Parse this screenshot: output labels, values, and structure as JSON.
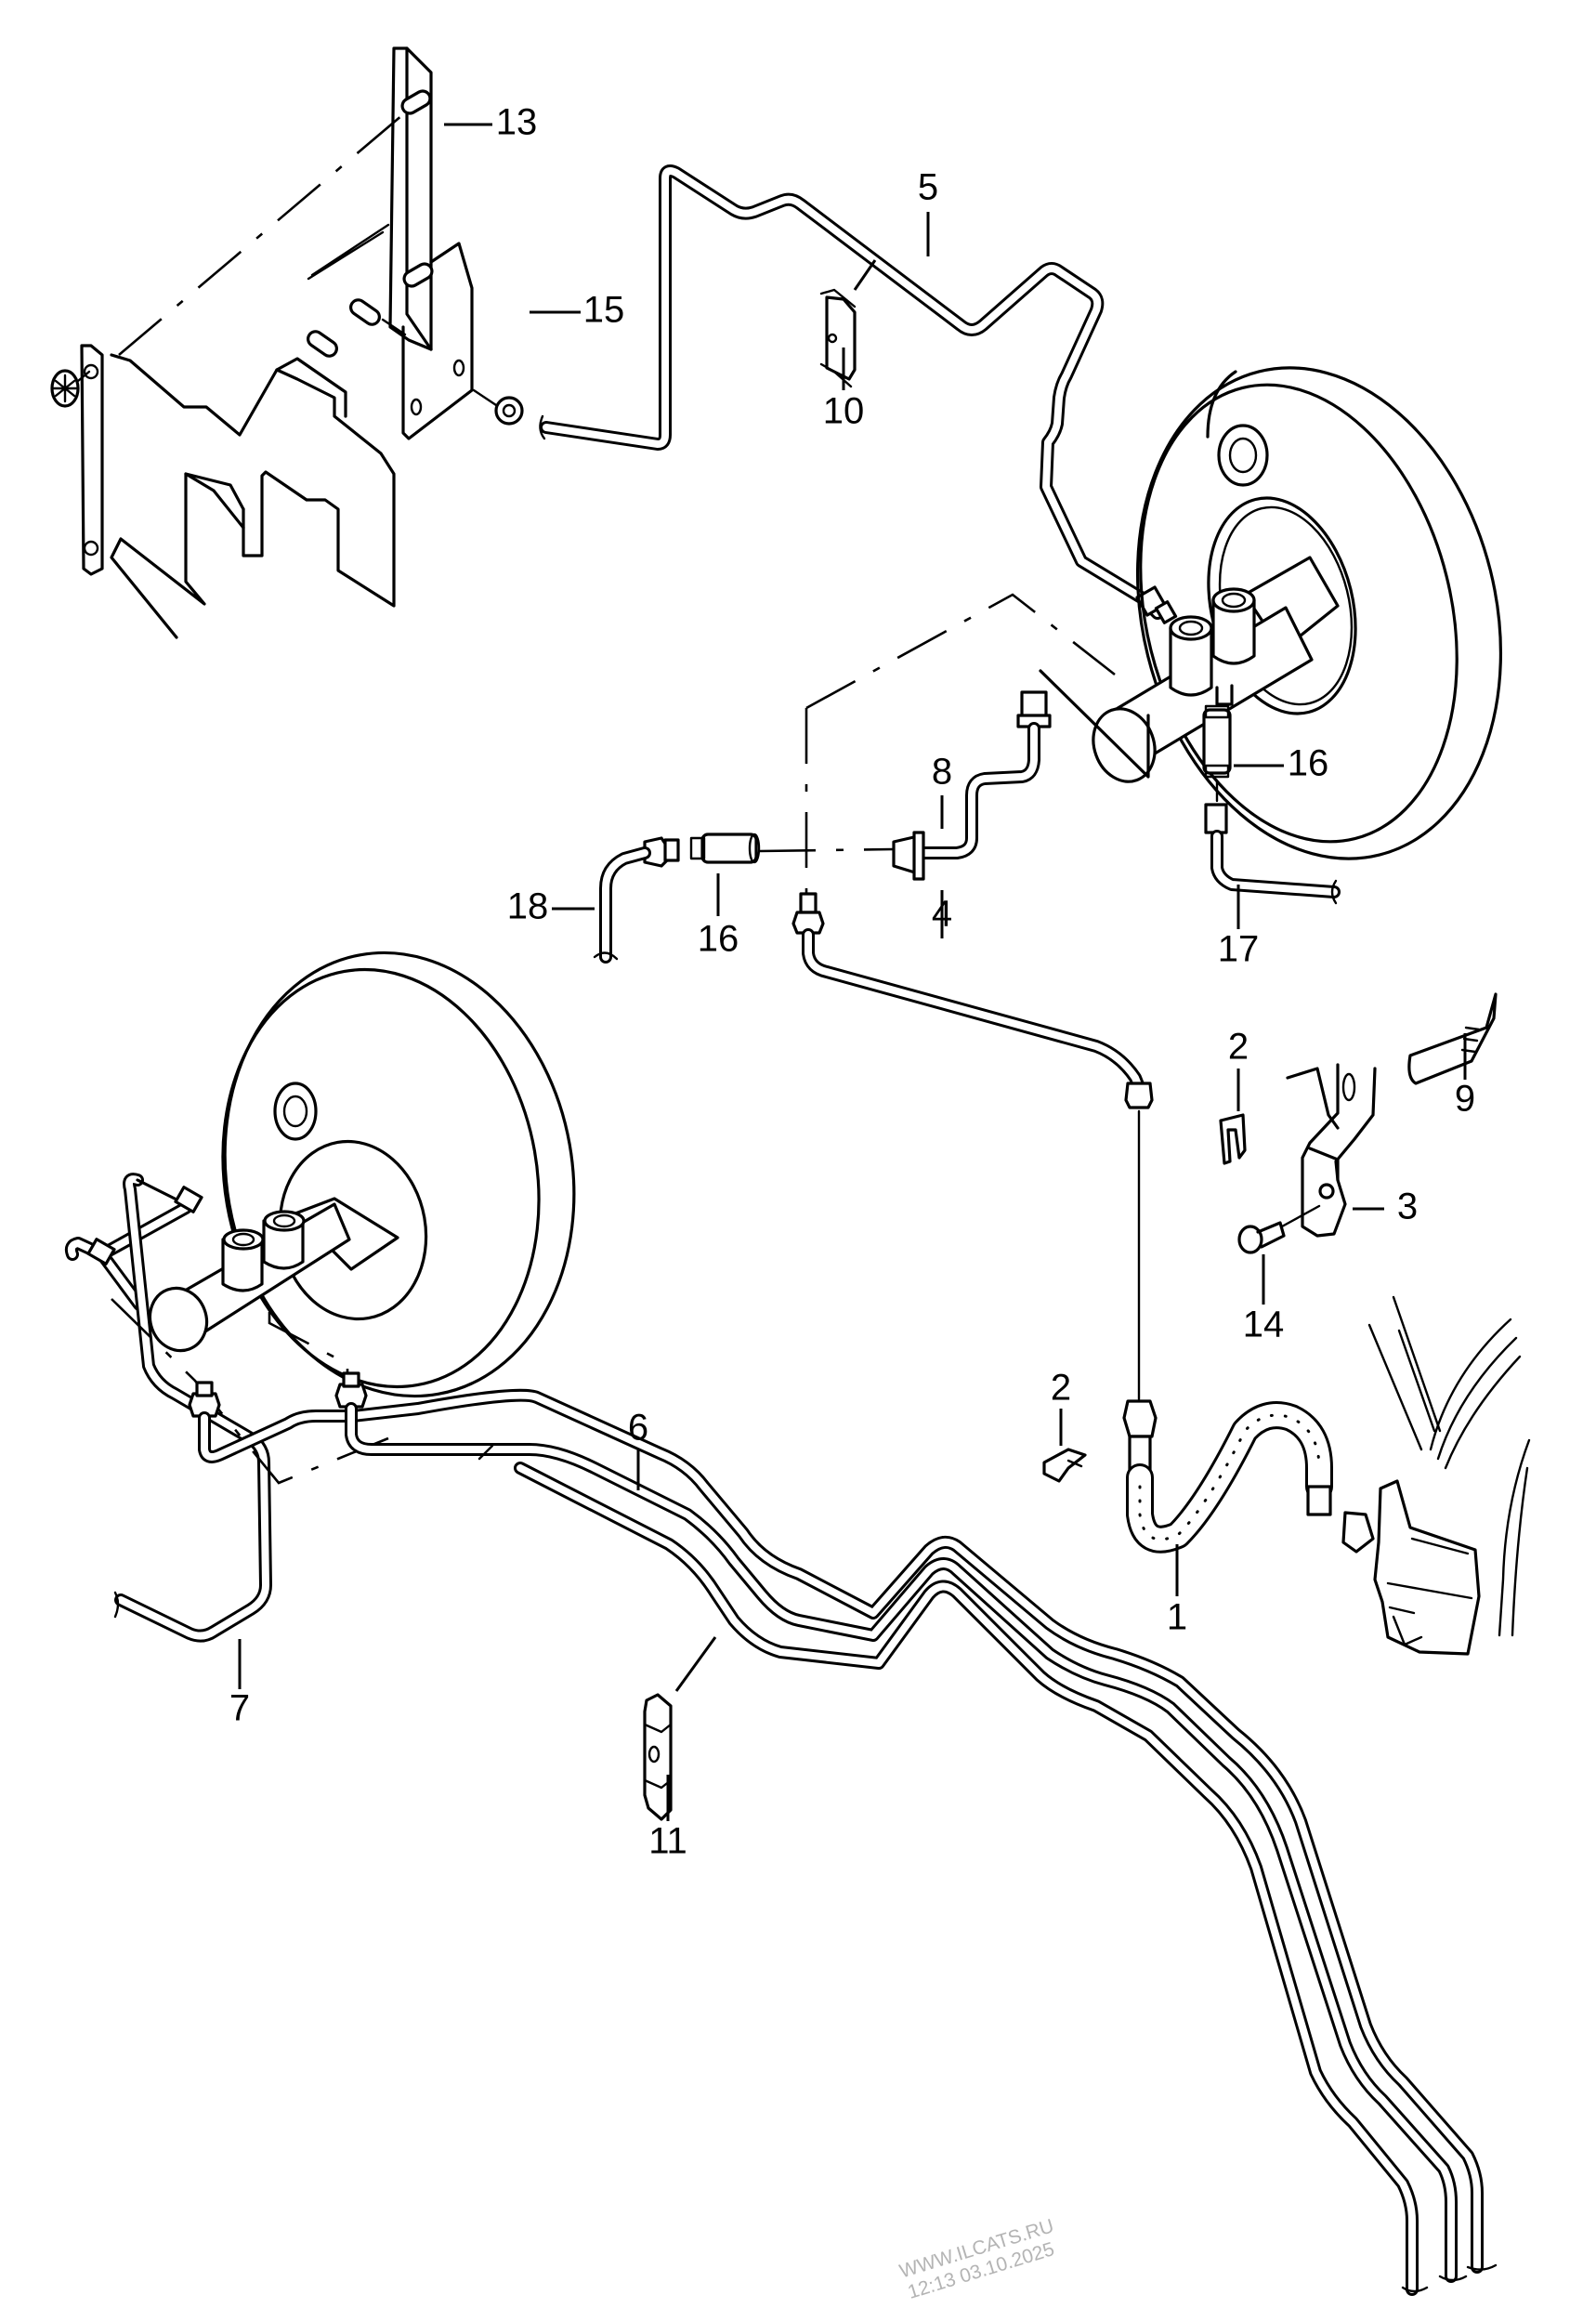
{
  "diagram": {
    "type": "exploded-parts-diagram",
    "subject": "brake lines / brake booster / master cylinder",
    "line_color": "#000000",
    "background": "#ffffff"
  },
  "callouts": [
    {
      "id": "c13",
      "label": "13"
    },
    {
      "id": "c15",
      "label": "15"
    },
    {
      "id": "c5",
      "label": "5"
    },
    {
      "id": "c10",
      "label": "10"
    },
    {
      "id": "c16a",
      "label": "16"
    },
    {
      "id": "c8",
      "label": "8"
    },
    {
      "id": "c18",
      "label": "18"
    },
    {
      "id": "c16b",
      "label": "16"
    },
    {
      "id": "c4",
      "label": "4"
    },
    {
      "id": "c17",
      "label": "17"
    },
    {
      "id": "c2a",
      "label": "2"
    },
    {
      "id": "c9",
      "label": "9"
    },
    {
      "id": "c3",
      "label": "3"
    },
    {
      "id": "c14",
      "label": "14"
    },
    {
      "id": "c2b",
      "label": "2"
    },
    {
      "id": "c6",
      "label": "6"
    },
    {
      "id": "c1",
      "label": "1"
    },
    {
      "id": "c7",
      "label": "7"
    },
    {
      "id": "c11",
      "label": "11"
    }
  ],
  "watermark": {
    "line1": "WWW.ILCATS.RU",
    "line2": "12:13 03.10.2025",
    "color": "#b4b4b4"
  }
}
